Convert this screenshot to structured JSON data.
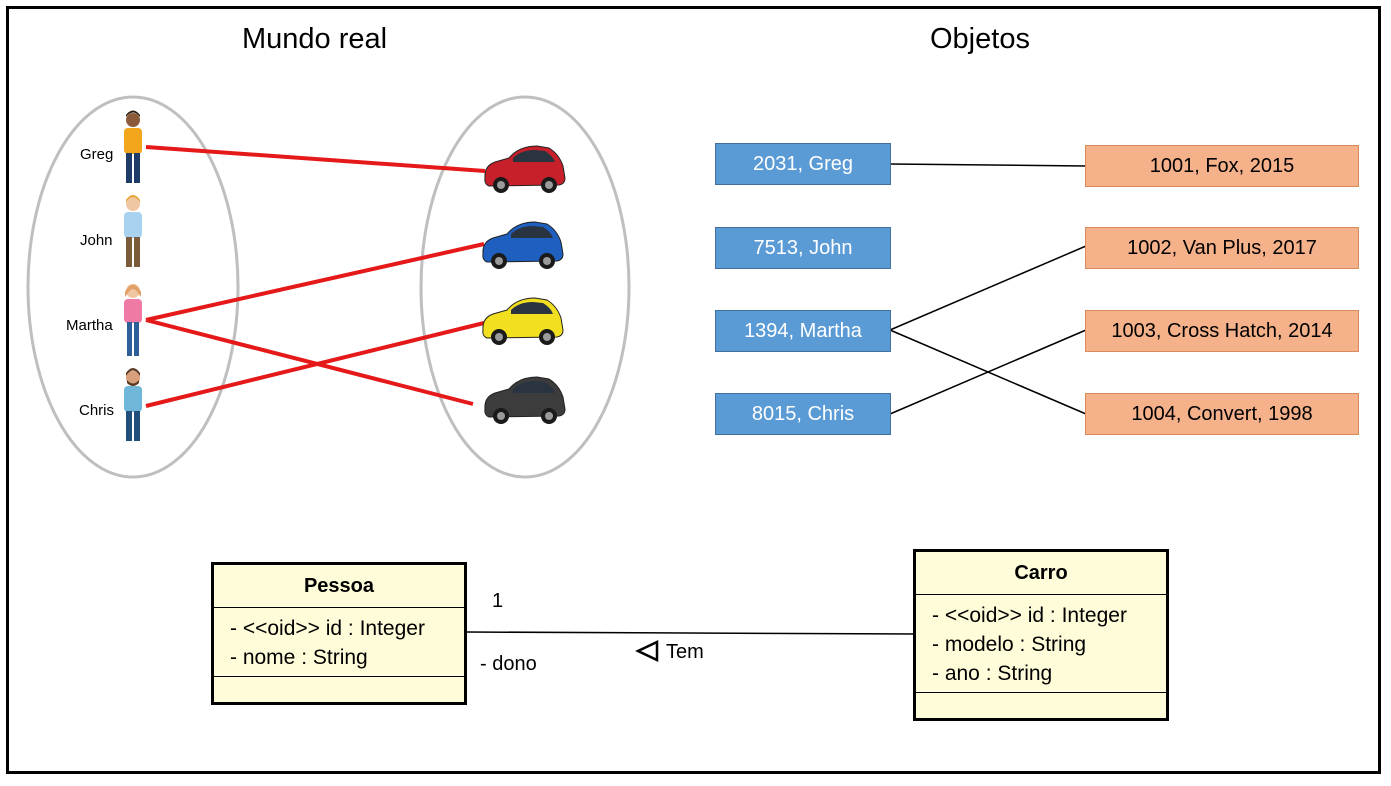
{
  "section_titles": {
    "real_world": "Mundo real",
    "objects": "Objetos"
  },
  "people": [
    "Greg",
    "John",
    "Martha",
    "Chris"
  ],
  "person_objects": [
    "2031, Greg",
    "7513, John",
    "1394, Martha",
    "8015, Chris"
  ],
  "car_objects": [
    "1001, Fox, 2015",
    "1002, Van Plus, 2017",
    "1003, Cross Hatch, 2014",
    "1004, Convert, 1998"
  ],
  "car_colors": [
    "#c8202a",
    "#1f5fbf",
    "#f2df20",
    "#3c3c3c"
  ],
  "classes": {
    "pessoa": {
      "name": "Pessoa",
      "attributes": [
        "- <<oid>> id : Integer",
        "- nome : String"
      ]
    },
    "carro": {
      "name": "Carro",
      "attributes": [
        "- <<oid>> id : Integer",
        "- modelo : String",
        "- ano : String"
      ]
    }
  },
  "association": {
    "multiplicity": "1",
    "role": "- dono",
    "name": "Tem"
  },
  "colors": {
    "link_line": "#e51919",
    "person_box": "#5b9bd5",
    "car_box": "#f4b18a",
    "class_fill": "#fffcd9",
    "ellipse": "#bfbfbf"
  }
}
